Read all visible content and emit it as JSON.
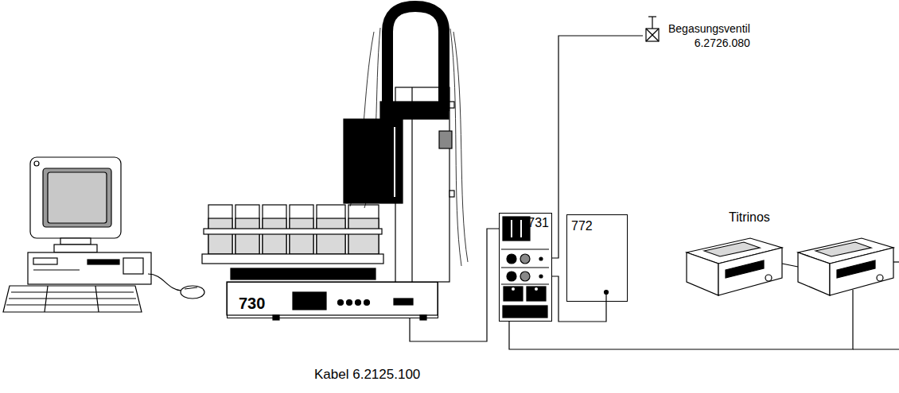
{
  "diagram": {
    "nodes": [
      {
        "text": [
          "730"
        ]
      },
      {
        "text": [
          "731"
        ]
      },
      {
        "text": [
          "Begasungsventil 6.2726.080"
        ]
      },
      {
        "text": [
          "772"
        ]
      },
      {
        "text": [
          "Titrinos"
        ]
      }
    ],
    "edges": [
      {
        "from": 0,
        "to": 1,
        "arrow": "none"
      },
      {
        "from": 1,
        "to": 2,
        "arrow": "none"
      },
      {
        "from": 1,
        "to": 3,
        "arrow": "none"
      },
      {
        "from": 1,
        "to": 4,
        "arrow": "none"
      }
    ],
    "labels": [
      "Kabel 6.2125.100"
    ]
  }
}
